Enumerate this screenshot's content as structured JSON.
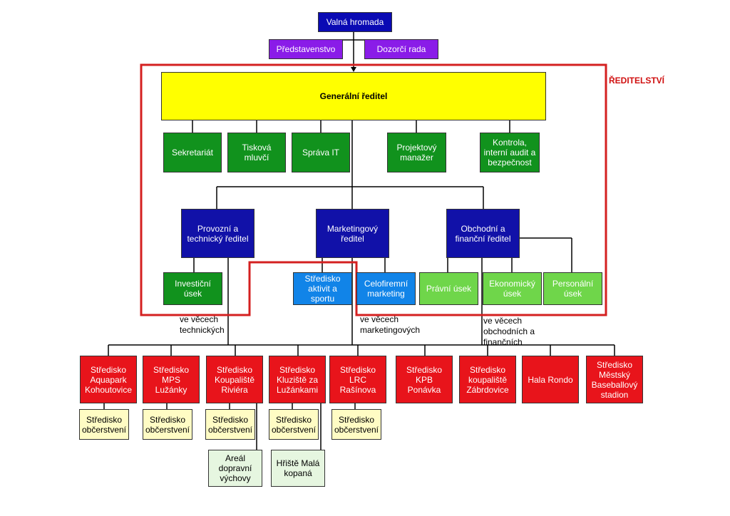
{
  "top": {
    "valna_hromada": "Valná hromada",
    "predstavenstvo": "Představenstvo",
    "dozorci_rada": "Dozorčí rada"
  },
  "reditelstvi_label": "ŘEDITELSTVÍ",
  "generalni_reditel": "Generální ředitel",
  "staff": {
    "sekretariat": "Sekretariát",
    "tiskova_mluvci": "Tisková mluvčí",
    "sprava_it": "Správa IT",
    "projektovy_manazer": "Projektový manažer",
    "kontrola": "Kontrola, interní audit a bezpečnost"
  },
  "directors": {
    "provozni": "Provozní a technický ředitel",
    "marketingovy": "Marketingový ředitel",
    "obchodni": "Obchodní a finanční ředitel"
  },
  "departments": {
    "investicni": "Investiční úsek",
    "aktivit": "Středisko aktivit a sportu",
    "celofiremni": "Celofiremní marketing",
    "pravni": "Právní úsek",
    "ekonomicky": "Ekonomický úsek",
    "personalni": "Personální úsek"
  },
  "annotations": {
    "technickych": "ve věcech\ntechnických",
    "marketingovych": "ve věcech\nmarketingových",
    "obchodnich": "ve věcech\nobchodních a\nfinančních"
  },
  "centers": {
    "aquapark": "Středisko Aquapark Kohoutovice",
    "mps": "Středisko MPS Lužánky",
    "riviera": "Středisko Koupaliště Riviéra",
    "kluziste": "Středisko Kluziště za Lužánkami",
    "lrc": "Středisko LRC Rašínova",
    "kpb": "Středisko KPB Ponávka",
    "zabrdovice": "Středisko koupaliště Zábrdovice",
    "rondo": "Hala Rondo",
    "baseball": "Středisko Městský Baseballový stadion"
  },
  "refreshment": {
    "r1": "Středisko občerstvení",
    "r2": "Středisko občerstvení",
    "r3": "Středisko občerstvení",
    "r4": "Středisko občerstvení",
    "r5": "Středisko občerstvení"
  },
  "extra": {
    "areal": "Areál dopravní výchovy",
    "hriste": "Hřiště Malá kopaná"
  }
}
